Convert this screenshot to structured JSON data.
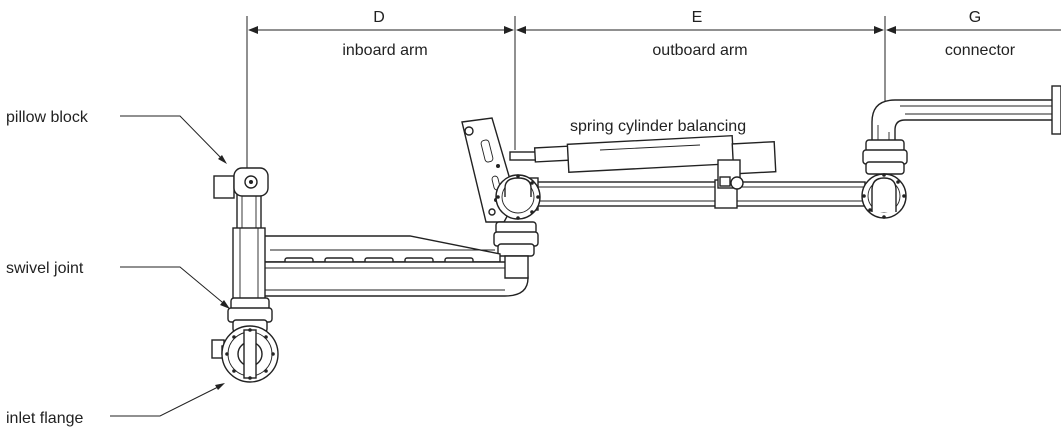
{
  "dimensions": [
    {
      "letter": "D",
      "label": "inboard arm"
    },
    {
      "letter": "E",
      "label": "outboard arm"
    },
    {
      "letter": "G",
      "label": "connector"
    }
  ],
  "callouts": {
    "pillow_block": "pillow block",
    "swivel_joint": "swivel joint",
    "inlet_flange": "inlet flange",
    "spring": "spring cylinder balancing"
  }
}
